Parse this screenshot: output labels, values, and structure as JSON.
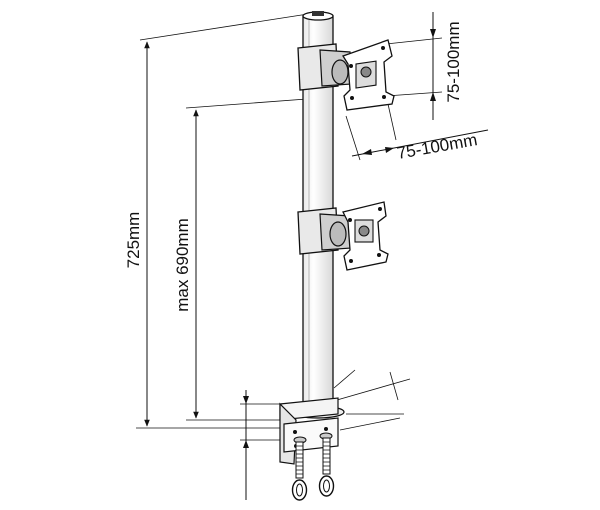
{
  "dimensions": {
    "total_height": "725mm",
    "max_height": "max 690mm",
    "vesa_vertical": "75-100mm",
    "vesa_horizontal": "75-100mm"
  }
}
